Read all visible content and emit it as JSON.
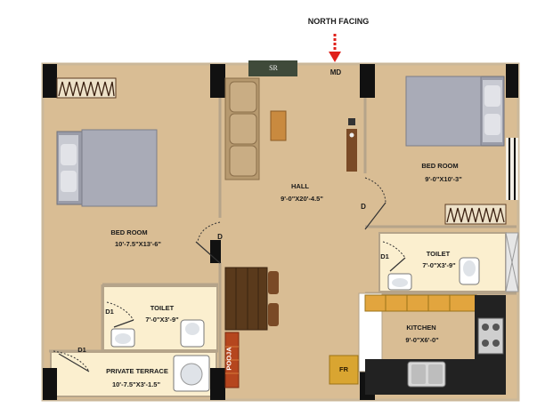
{
  "heading": "NORTH FACING",
  "door_labels": {
    "main_door": "MD",
    "hall_left": "D",
    "hall_right": "D",
    "toilet_right": "D1",
    "toilet_left": "D1",
    "terrace": "D1"
  },
  "rooms": {
    "bedroom_left": {
      "name": "BED ROOM",
      "size": "10'-7.5\"X13'-6\""
    },
    "bedroom_right": {
      "name": "BED ROOM",
      "size": "9'-0\"X10'-3\""
    },
    "hall": {
      "name": "HALL",
      "size": "9'-0\"X20'-4.5\""
    },
    "toilet_left": {
      "name": "TOILET",
      "size": "7'-0\"X3'-9\""
    },
    "toilet_right": {
      "name": "TOILET",
      "size": "7'-0\"X3'-9\""
    },
    "kitchen": {
      "name": "KITCHEN",
      "size": "9'-0\"X6'-0\""
    },
    "terrace": {
      "name": "PRIVATE TERRACE",
      "size": "10'-7.5\"X3'-1.5\""
    }
  },
  "fixtures": {
    "sr": "SR",
    "fr": "FR",
    "pooja": "POOJA"
  },
  "colors": {
    "floor": "#d9bd94",
    "toilet_floor": "#fbefcf",
    "wall_outline": "#7a6a55",
    "pillar": "#111111",
    "arrow": "#e0211b"
  }
}
